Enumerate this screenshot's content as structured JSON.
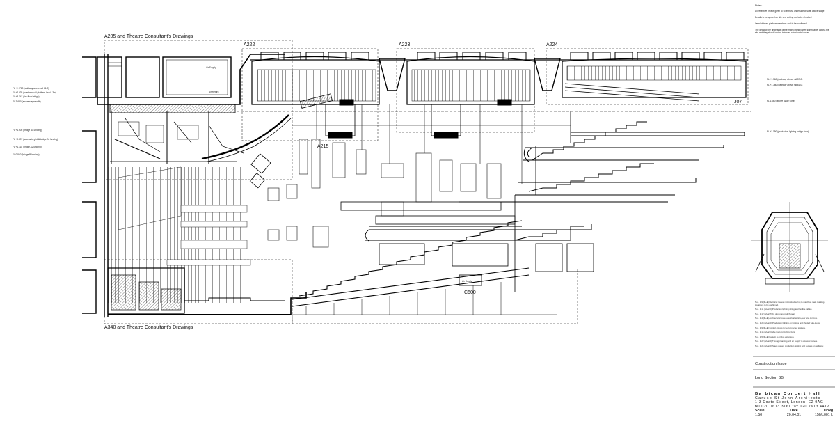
{
  "drawing_refs": {
    "a205": "A205 and Theatre Consultant's Drawings",
    "a340": "A340 and Theatre Consultant's Drawings",
    "a222": "A222",
    "a223": "A223",
    "a224": "A224",
    "a215": "A215",
    "c600": "C600",
    "j07": "J07"
  },
  "level_labels_left": [
    "FL +/- .710 (walkway above rail 61-0)",
    "FL +2.935 (overhead rail platform level - 3m)",
    "FL +3.747 (fire floor bridge)",
    "SL 3.680 (above stage soffit)",
    "FL +1.905 (bridge A1 landing)",
    "FL +0.897 (access to grid & bridge A1 landing)",
    "FL +1.118 (bridge A2 landing)",
    "FL 0.860 (bridge B landing)"
  ],
  "level_labels_right": [
    "FL +1.360 (walkway above rail 57-0)",
    "FL +1.780 (walkway above rail 61-0)",
    "FL 6.660 (above stage soffit)",
    "FL +2.150 (production lighting bridge floor)"
  ],
  "room_labels": {
    "room_a": "Air Supply",
    "room_b": "Air Return",
    "seat_label": "Air Supply"
  },
  "notes_top": {
    "heading": "Notes:",
    "lines": [
      "All reflective breaks given to screen via underside of soffit above stage",
      "Details to be agreed on site and setting out to be checked",
      "Level of truss platform members and to be confirmed",
      "The detail of the underside of the main ceiling varies significantly across the site and they should not be taken as a horizontal datum"
    ]
  },
  "notes_bottom": [
    "Nos. 1-9 (M+E) Electrical routes: rail-tracked wiring to match on main trunking. Locations to be confirmed.",
    "Nos. 1-11 (M+E/D) Production lighting wiring and flexible cables.",
    "Nos. 1-12 (M+E) Tabs of canopy switch-gear.",
    "Nos. 1-4 (M+E) Architectural route: electrical switch-gear and controls.",
    "Nos. 1-28 (M+E/D) Production lighting on bridges and shaded wire-loops.",
    "Nos. 1-9 (M+E) Control circuits to be connected to stage.",
    "Nos. 1-15 (M+E) Cable trays for lighting bars.",
    "Nos. 1-5 (M+E) Lantern to bridge extension.",
    "Nos. 1-22 (M+E/D) Through flanking and air supply in acoustic panels.",
    "Nos. 1-26 (M+E/D) Stage power: production lighting and sockets on walkway."
  ],
  "issue_status": "Construction Issue",
  "sheet_title": "Long Section BB",
  "title_block": {
    "project": "Barbican Concert Hall",
    "firm": "Caruso St John Architects",
    "address": "1-3 Coate Street, London, E2 9AG",
    "contact": "tel 020 7613 3161  fax 020 7613 4412",
    "headers": [
      "Scale",
      "Date",
      "Drwg"
    ],
    "values": [
      "1:50",
      "20.04.01",
      "150/L001 L"
    ]
  }
}
